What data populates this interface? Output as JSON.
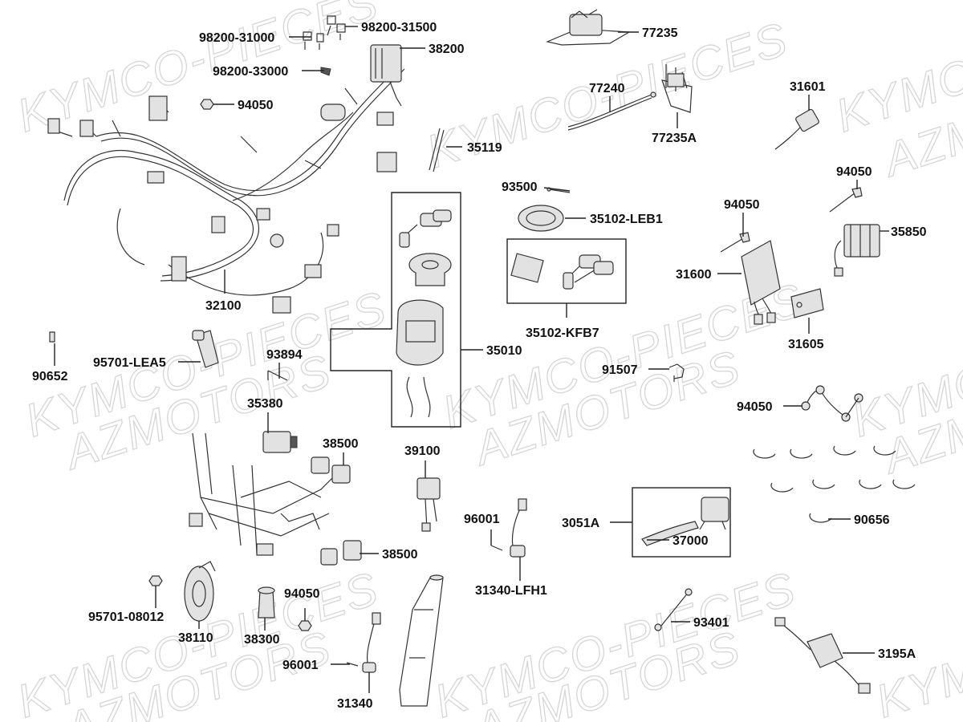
{
  "watermark": {
    "brand": "KYMCO-PIECES",
    "dealer": "AZMOTORS"
  },
  "labels": {
    "p98200_31000": "98200-31000",
    "p98200_31500": "98200-31500",
    "p38200": "38200",
    "p98200_33000": "98200-33000",
    "p94050_a": "94050",
    "p35119": "35119",
    "p32100": "32100",
    "p77235": "77235",
    "p77240": "77240",
    "p77235A": "77235A",
    "p31601": "31601",
    "p93500": "93500",
    "p35102_LEB1": "35102-LEB1",
    "p94050_b": "94050",
    "p94050_c": "94050",
    "p35850": "35850",
    "p31600": "31600",
    "p31605": "31605",
    "p35102_KFB7": "35102-KFB7",
    "p35010": "35010",
    "p90652": "90652",
    "p95701_LEA5": "95701-LEA5",
    "p93894": "93894",
    "p91507": "91507",
    "p94050_d": "94050",
    "p35380": "35380",
    "p38500_a": "38500",
    "p39100": "39100",
    "p96001_a": "96001",
    "p3051A": "3051A",
    "p37000": "37000",
    "p90656": "90656",
    "p38500_b": "38500",
    "p31340_LFH1": "31340-LFH1",
    "p95701_08012": "95701-08012",
    "p94050_e": "94050",
    "p38110": "38110",
    "p38300": "38300",
    "p93401": "93401",
    "p96001_b": "96001",
    "p31340": "31340",
    "p3195A": "3195A"
  }
}
